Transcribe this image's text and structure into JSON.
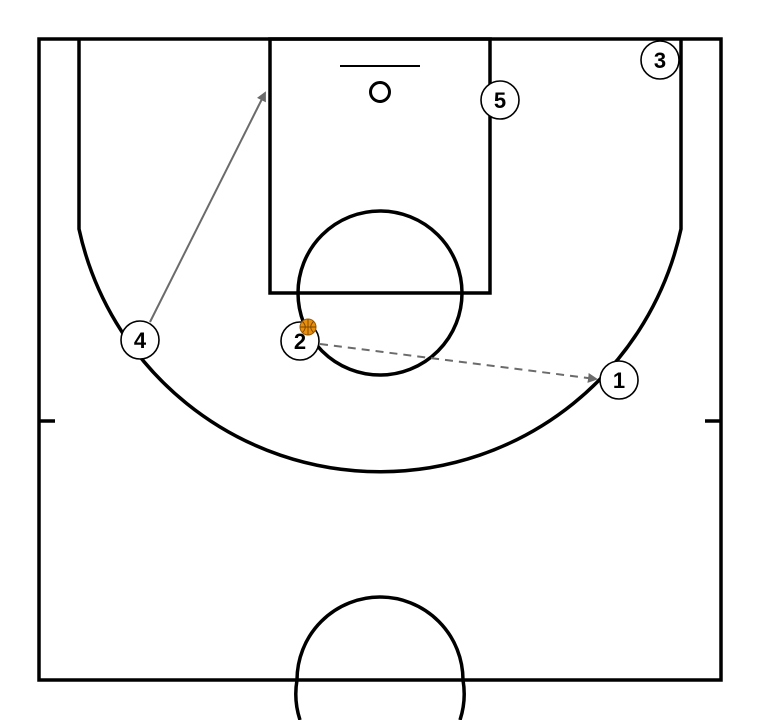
{
  "diagram": {
    "type": "basketball-half-court-play",
    "colors": {
      "court_lines": "#000000",
      "background": "#ffffff",
      "action_arrow": "#6b6b6b",
      "ball": "#e8900c"
    },
    "players": [
      {
        "id": "p1",
        "label": "1"
      },
      {
        "id": "p2",
        "label": "2",
        "has_ball": true
      },
      {
        "id": "p3",
        "label": "3"
      },
      {
        "id": "p4",
        "label": "4"
      },
      {
        "id": "p5",
        "label": "5"
      }
    ],
    "actions": [
      {
        "type": "cut",
        "from": "4",
        "style": "solid-arrow"
      },
      {
        "type": "pass",
        "from": "2",
        "to": "1",
        "style": "dashed-arrow"
      }
    ]
  }
}
